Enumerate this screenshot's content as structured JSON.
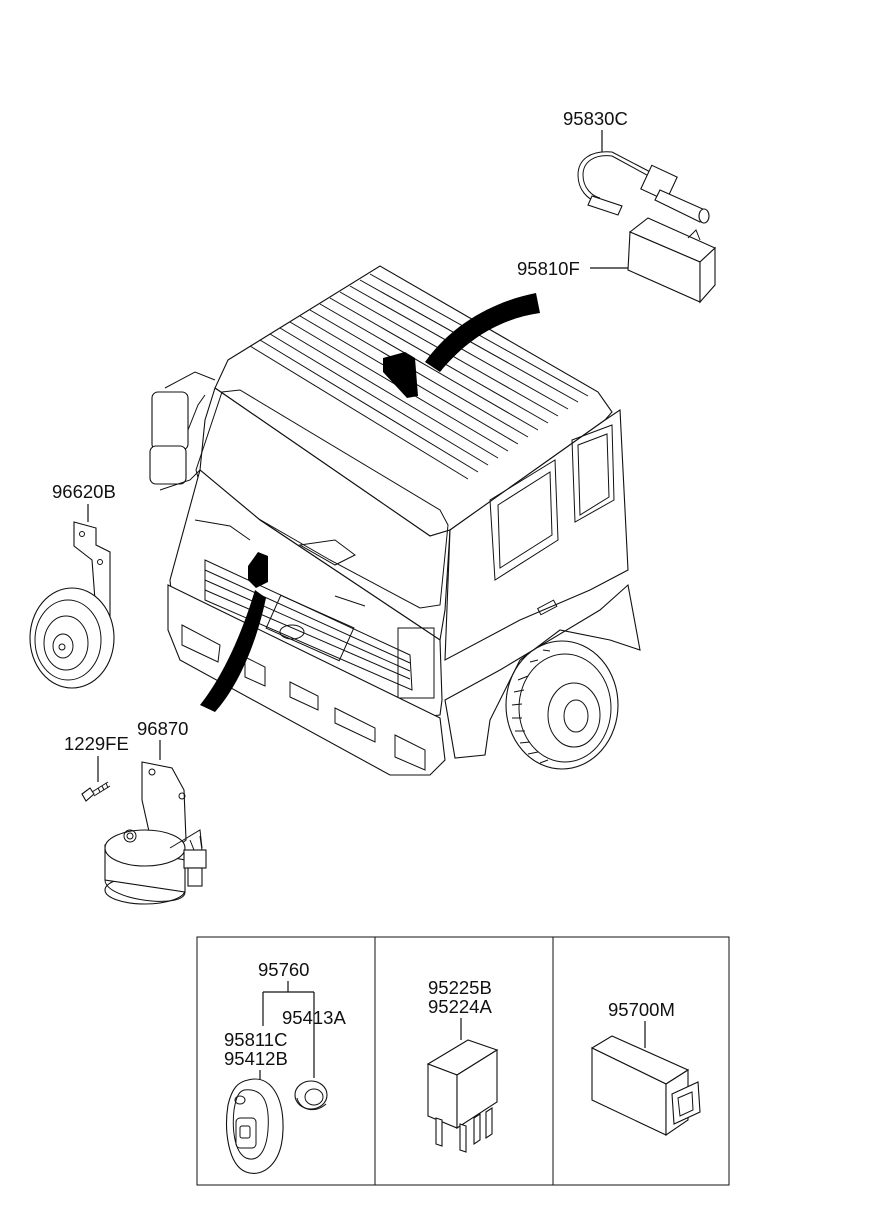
{
  "parts": {
    "antenna": "95830C",
    "receiver_module": "95810F",
    "horn": "96620B",
    "screw": "1229FE",
    "horn_bracket_unit": "96870",
    "remote_assy": "95760",
    "battery": "95413A",
    "transmitter": "95811C",
    "transmitter_case": "95412B",
    "relay_1": "95225B",
    "relay_2": "95224A",
    "control_module": "95700M"
  },
  "colors": {
    "line": "#111111",
    "background": "#ffffff",
    "arrow": "#000000"
  }
}
